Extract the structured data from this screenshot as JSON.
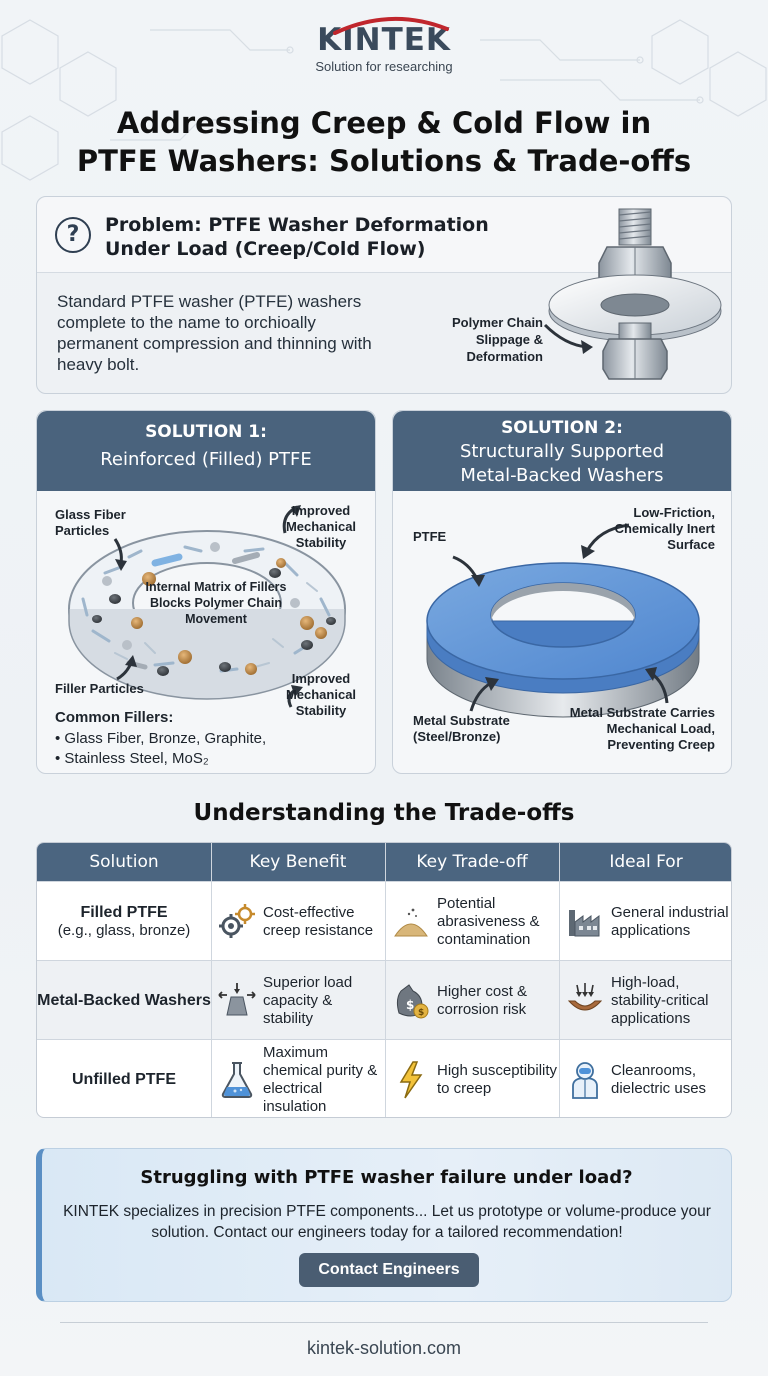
{
  "brand": {
    "logo_text": "KINTEK",
    "tagline": "Solution for researching"
  },
  "title": {
    "line1": "Addressing Creep & Cold Flow in",
    "line2": "PTFE Washers: Solutions & Trade-offs"
  },
  "problem": {
    "icon": "question-icon",
    "title": "Problem: PTFE Washer Deformation Under Load (Creep/Cold Flow)",
    "body": "Standard PTFE washer (PTFE) washers complete to the name to orchioally permanent compression and thinning with heavy bolt.",
    "callout": "Polymer Chain Slippage & Deformation"
  },
  "solution1": {
    "header_line1": "SOLUTION 1:",
    "header_line2": "Reinforced (Filled) PTFE",
    "label_glass": "Glass Fiber Particles",
    "label_stability_top": "Improved Mechanical Stability",
    "label_matrix": "Internal Matrix of Fillers Blocks Polymer Chain Movement",
    "label_filler": "Filler Particles",
    "label_stability_bottom": "Improved Mechanical Stability",
    "fillers_title": "Common Fillers:",
    "fillers_line1": "• Glass Fiber, Bronze, Graphite,",
    "fillers_line2": "• Stainless Steel, MoS₂"
  },
  "solution2": {
    "header_line1": "SOLUTION 2:",
    "header_line2": "Structurally Supported",
    "header_line3": "Metal-Backed Washers",
    "label_ptfe": "PTFE",
    "label_surface": "Low-Friction, Chemically Inert Surface",
    "label_substrate": "Metal Substrate (Steel/Bronze)",
    "label_carries": "Metal Substrate Carries Mechanical Load, Preventing Creep"
  },
  "tradeoffs": {
    "title": "Understanding the Trade-offs",
    "headers": [
      "Solution",
      "Key Benefit",
      "Key Trade-off",
      "Ideal For"
    ],
    "rows": [
      {
        "solution": "Filled PTFE",
        "solution_sub": "(e.g., glass, bronze)",
        "benefit": "Cost-effective creep resistance",
        "benefit_icon": "gears-icon",
        "tradeoff": "Potential abrasiveness & contamination",
        "tradeoff_icon": "powder-pile-icon",
        "ideal": "General industrial applications",
        "ideal_icon": "factory-icon"
      },
      {
        "solution": "Metal-Backed Washers",
        "solution_sub": "",
        "benefit": "Superior load capacity & stability",
        "benefit_icon": "load-block-icon",
        "tradeoff": "Higher cost & corrosion risk",
        "tradeoff_icon": "money-bag-icon",
        "ideal": "High-load, stability-critical applications",
        "ideal_icon": "pressed-bowl-icon"
      },
      {
        "solution": "Unfilled PTFE",
        "solution_sub": "",
        "benefit": "Maximum chemical purity & electrical insulation",
        "benefit_icon": "flask-icon",
        "tradeoff": "High susceptibility to creep",
        "tradeoff_icon": "lightning-icon",
        "ideal": "Cleanrooms, dielectric uses",
        "ideal_icon": "cleanroom-suit-icon"
      }
    ]
  },
  "cta": {
    "title": "Struggling with PTFE washer failure under load?",
    "body": "KINTEK specializes in precision PTFE components... Let us prototype or volume-produce your solution. Contact our engineers today for a tailored recommendation!",
    "button": "Contact Engineers"
  },
  "footer": {
    "url": "kintek-solution.com"
  },
  "colors": {
    "header_blue": "#4a637d",
    "ptfe_blue": "#5b8fd0",
    "cta_accent": "#5a8fc4",
    "brand_red": "#c0262d"
  }
}
